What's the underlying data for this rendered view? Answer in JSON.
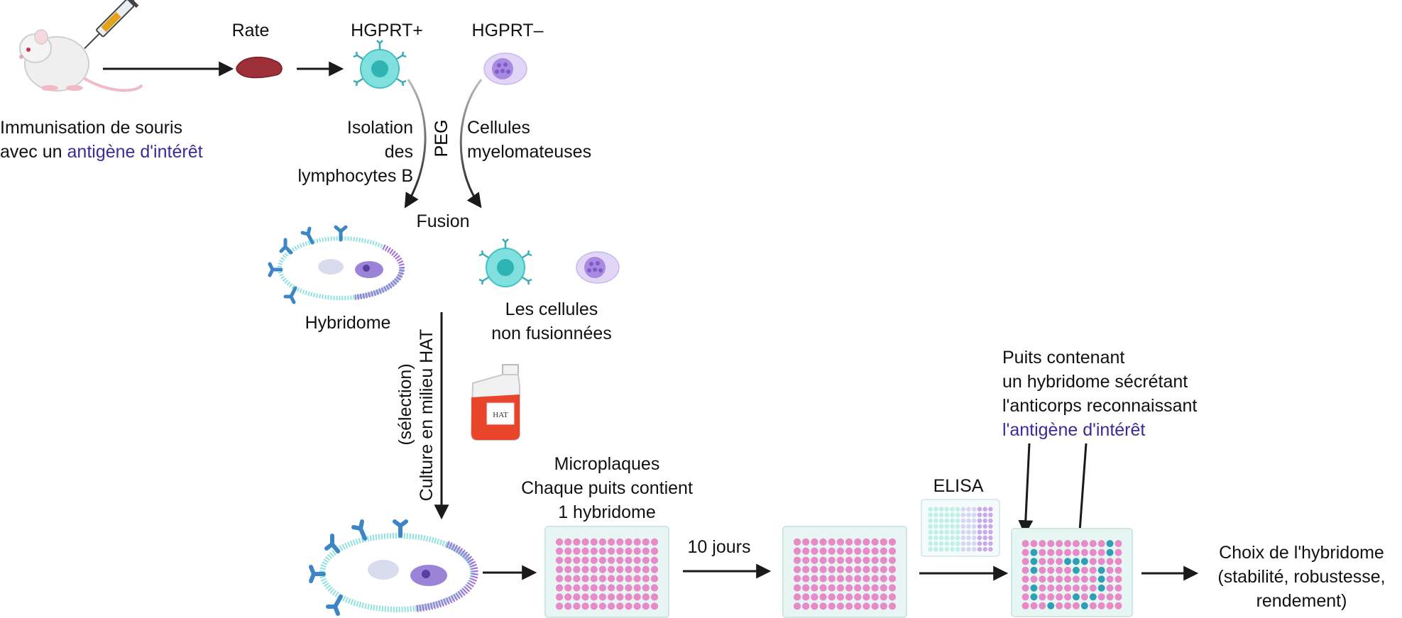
{
  "labels": {
    "immunisation_line1": "Immunisation de souris",
    "immunisation_line2_prefix": "avec un ",
    "antigen": "antigène d'intérêt",
    "rate": "Rate",
    "hgprt_plus": "HGPRT+",
    "hgprt_minus": "HGPRT–",
    "isolation_line1": "Isolation",
    "isolation_line2": "des",
    "isolation_line3": "lymphocytes B",
    "peg": "PEG",
    "myeloma_line1": "Cellules",
    "myeloma_line2": "myelomateuses",
    "fusion": "Fusion",
    "hybridome": "Hybridome",
    "unfused_line1": "Les cellules",
    "unfused_line2": "non fusionnées",
    "culture_line1": "Culture en milieu HAT",
    "culture_line2": "(sélection)",
    "hat_flask": "HAT",
    "microplates_line1": "Microplaques",
    "microplates_line2": "Chaque puits contient",
    "microplates_line3": "1 hybridome",
    "ten_days": "10 jours",
    "elisa": "ELISA",
    "wells_line1": "Puits contenant",
    "wells_line2": "un hybridome sécrétant",
    "wells_line3": "l'anticorps reconnaissant",
    "wells_antigen": "l'antigène d'intérêt",
    "choice_line1": "Choix de l'hybridome",
    "choice_line2": "(stabilité, robustesse,",
    "choice_line3": "rendement)"
  },
  "colors": {
    "accent_text": "#3a2c97",
    "b_cell": "#5fd6d6",
    "myeloma": "#b9a3e8",
    "well_pink": "#e889c8",
    "well_positive": "#2f9fb3",
    "plate": "#e7f5f3",
    "spleen": "#9c2f38",
    "hat_medium": "#e8452a",
    "antibody": "#3d86c6"
  },
  "plates": {
    "rows": 8,
    "cols": 12,
    "positive_wells": [
      [
        1,
        1
      ],
      [
        2,
        1
      ],
      [
        3,
        1
      ],
      [
        2,
        5
      ],
      [
        2,
        6
      ],
      [
        2,
        7
      ],
      [
        3,
        6
      ],
      [
        3,
        9
      ],
      [
        4,
        9
      ],
      [
        5,
        1
      ],
      [
        6,
        1
      ],
      [
        6,
        6
      ],
      [
        6,
        8
      ],
      [
        7,
        3
      ],
      [
        7,
        7
      ],
      [
        0,
        10
      ],
      [
        5,
        9
      ],
      [
        1,
        10
      ]
    ]
  }
}
